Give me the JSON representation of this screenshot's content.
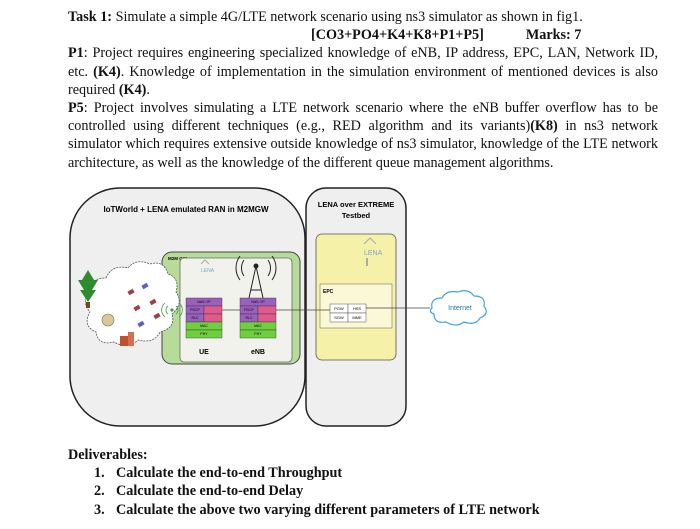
{
  "task": {
    "heading": "Task 1:",
    "text": "Simulate a simple 4G/LTE network scenario using ns3 simulator as shown in fig1.",
    "codes": "[CO3+PO4+K4+K8+P1+P5]",
    "marks": "Marks: 7"
  },
  "p1": {
    "label": "P1",
    "text_a": ": Project requires engineering specialized knowledge of eNB, IP address, EPC, LAN, Network ID, etc. ",
    "k_a": "(K4)",
    "text_b": ". Knowledge of implementation in the simulation environment of mentioned devices is also required ",
    "k_b": "(K4)",
    "text_c": "."
  },
  "p5": {
    "label": "P5",
    "text_a": ": Project involves simulating a LTE network scenario where the eNB buffer overflow has to be controlled using different techniques (e.g., RED algorithm and its variants)",
    "k": "(K8)",
    "text_b": " in ns3 network simulator which requires extensive outside knowledge of ns3 simulator, knowledge of the LTE network architecture, as well as the knowledge of the different queue management algorithms."
  },
  "figure": {
    "left_title": "IoTWorld + LENA emulated RAN in M2MGW",
    "right_title_1": "LENA over  EXTREME",
    "right_title_2": "Testbed",
    "m2m_gw": "M2M GW",
    "lena_logo": "LENA",
    "epc": "EPC",
    "internet": "Internet",
    "ue": "UE",
    "enb": "eNB",
    "pgw": "PGW",
    "hss": "HSS",
    "sgw": "SGW",
    "mme": "MME",
    "stack_rows": [
      "NAS / IP",
      "PDCP",
      "RLC",
      "MAC",
      "PHY"
    ],
    "colors": {
      "outer_box": "#efefef",
      "inner_green": "#b7dc9a",
      "right_yellow": "#f6f1a8",
      "protocol_purple": "#9b5fc0",
      "protocol_pink": "#e05a8c",
      "protocol_green": "#6fcf3e",
      "internet": "#3aa5e0",
      "tree": "#2e8b2e"
    }
  },
  "deliverables": {
    "heading": "Deliverables:",
    "items": [
      {
        "num": "1.",
        "text": "Calculate the end-to-end Throughput"
      },
      {
        "num": "2.",
        "text": "Calculate the end-to-end Delay"
      },
      {
        "num": "3.",
        "text": "Calculate the above two varying different parameters of LTE network"
      }
    ]
  }
}
